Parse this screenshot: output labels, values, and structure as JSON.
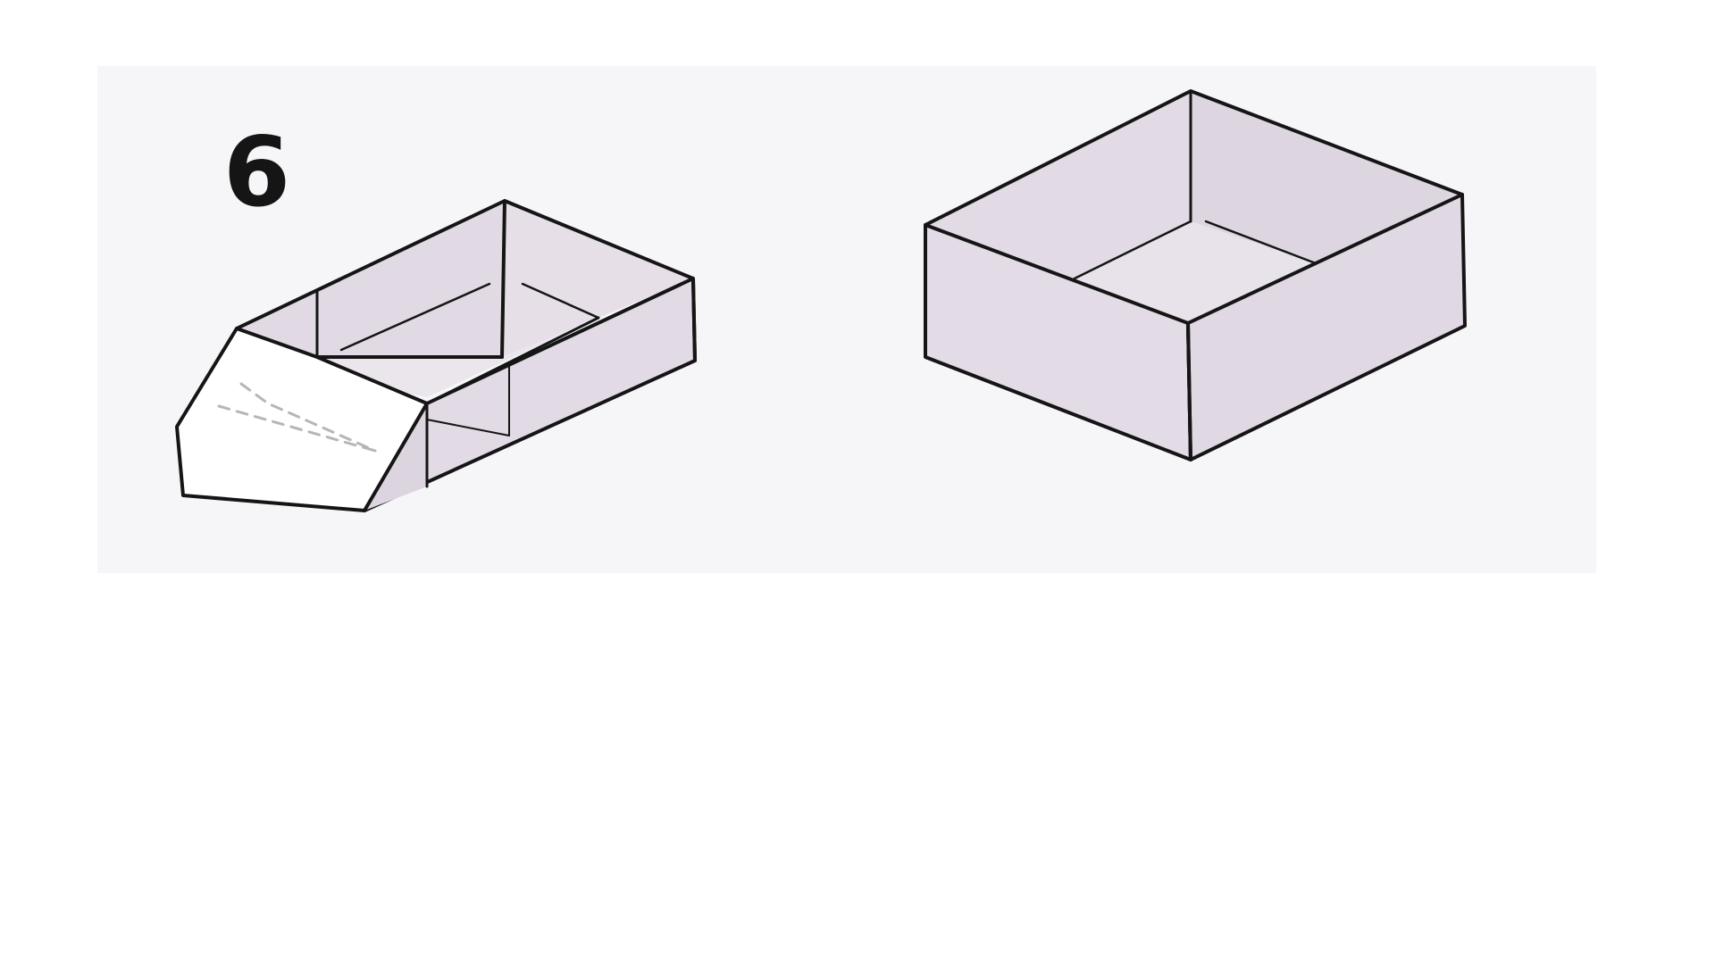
{
  "step": {
    "number": "6"
  },
  "colors": {
    "page_background": "#ffffff",
    "panel_background": "#f6f5f7",
    "paper_face": "#e6dfe7",
    "paper_inner": "#ddd5df",
    "flap_face": "#ffffff",
    "line": "#151515",
    "dashed_fold": "#b9b4ba"
  },
  "figures": [
    {
      "id": "folding-in-progress",
      "icon": "partially-folded-box-icon"
    },
    {
      "id": "finished-box",
      "icon": "finished-square-box-icon"
    }
  ]
}
